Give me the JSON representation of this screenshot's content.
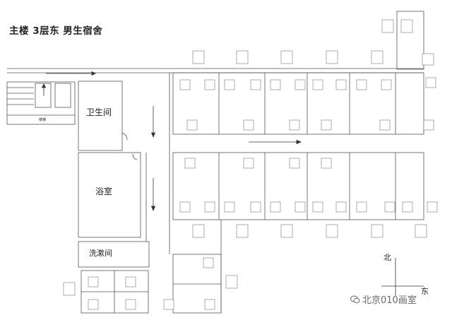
{
  "title": "主楼 3层东 男生宿舍",
  "labels": {
    "toilet": "卫生间",
    "bath": "浴室",
    "washroom": "洗漱间",
    "stairs": "楼梯",
    "north": "北",
    "east": "东"
  },
  "watermark": "北京010画室",
  "colors": {
    "line": "#555555",
    "wall": "#333333",
    "bg": "#ffffff"
  }
}
